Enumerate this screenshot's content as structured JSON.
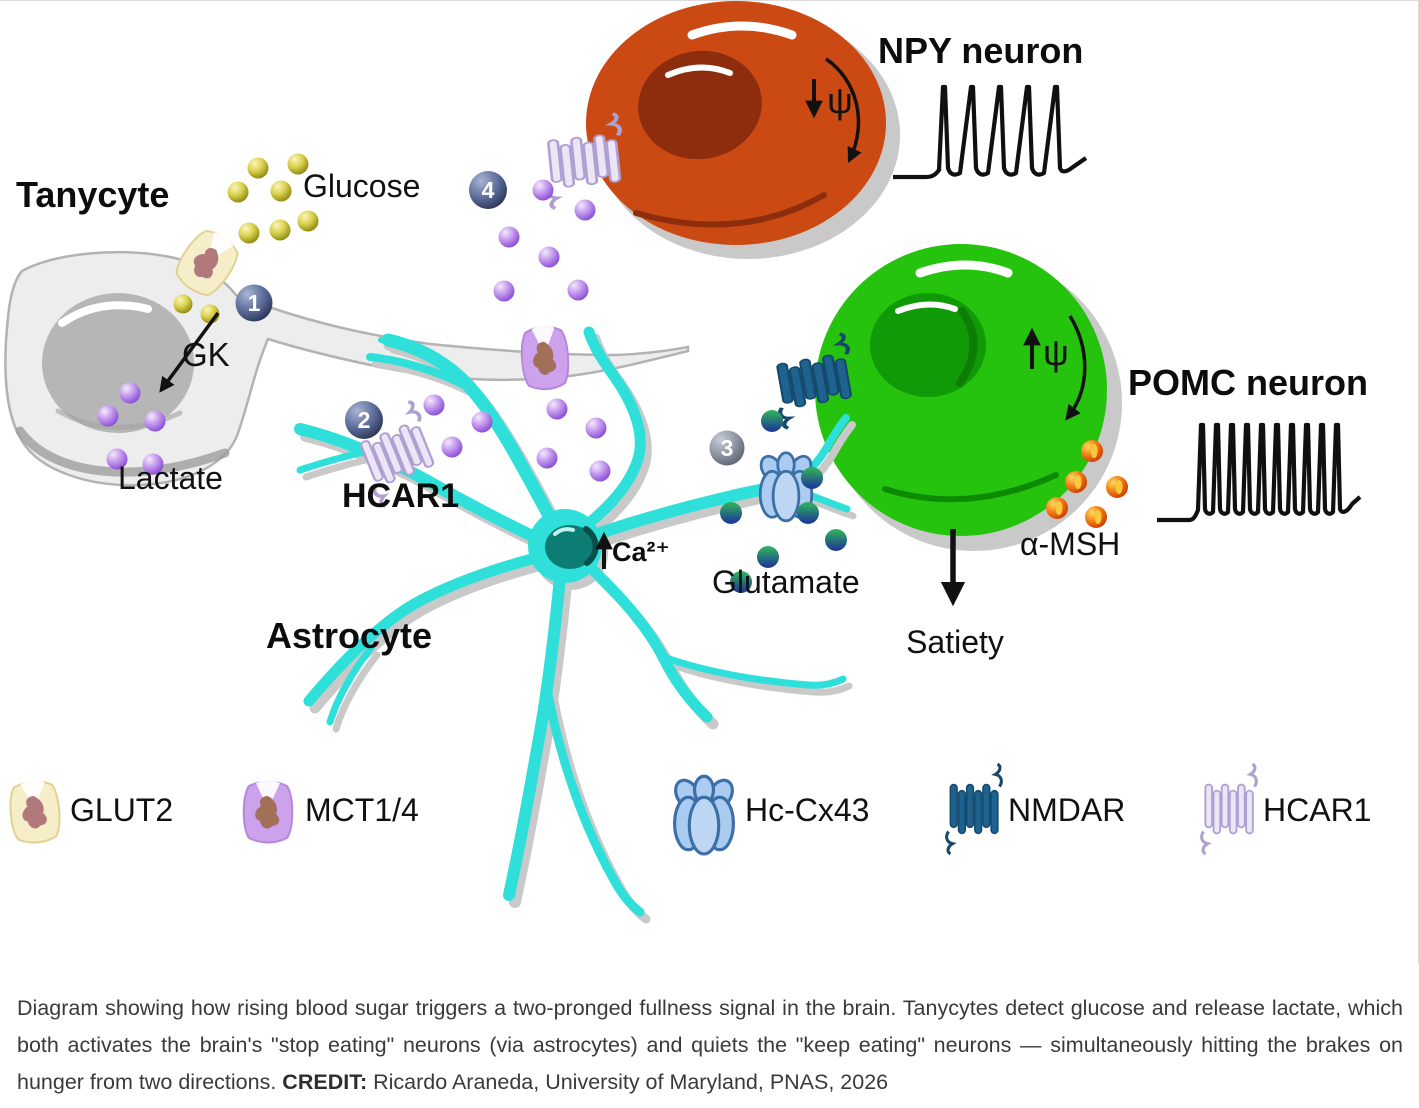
{
  "figure": {
    "cells": {
      "tanycyte_label": "Tanycyte",
      "astrocyte_label": "Astrocyte",
      "npy_label": "NPY neuron",
      "pomc_label": "POMC neuron"
    },
    "molecules": {
      "glucose_label": "Glucose",
      "gk_label": "GK",
      "lactate_label": "Lactate",
      "hcar1_site_label": "HCAR1",
      "glutamate_label": "Glutamate",
      "amsh_label": "α-MSH",
      "satiety_label": "Satiety",
      "ca_label": "Ca²⁺",
      "psi_down": "ψ",
      "psi_up": "ψ"
    },
    "steps": {
      "one": "1",
      "two": "2",
      "three": "3",
      "four": "4"
    },
    "legend": {
      "items": [
        {
          "icon": "glut2-transporter-icon",
          "label": "GLUT2"
        },
        {
          "icon": "mct14-transporter-icon",
          "label": "MCT1/4"
        },
        {
          "icon": "hemichannel-icon",
          "label": "Hc-Cx43"
        },
        {
          "icon": "nmdar-receptor-icon",
          "label": "NMDAR"
        },
        {
          "icon": "hcar1-receptor-icon",
          "label": "HCAR1"
        }
      ]
    },
    "colors": {
      "npy_body": "#cb4a13",
      "npy_nucleus": "#8e2d0e",
      "pomc_body": "#25c30d",
      "pomc_nucleus": "#119a08",
      "astrocyte": "#2fe0da",
      "tanycyte": "#ededed",
      "lactate": "#a86ce4",
      "glucose": "#cdc53e",
      "glutamate": "#2a7f7a",
      "amsh": "#e85c0c",
      "hcar1": "#cfc0e8",
      "nmdar": "#1e6390",
      "hc_cx43": "#abcbf0"
    }
  },
  "caption": {
    "text": "Diagram showing how rising blood sugar triggers a two-pronged fullness signal in the brain. Tanycytes detect glucose and release lactate, which both activates the brain's \"stop eating\" neurons (via astrocytes) and quiets the \"keep eating\" neurons — simultaneously hitting the brakes on hunger from two directions. ",
    "credit_label": "CREDIT:",
    "credit_text": " Ricardo Araneda, University of Maryland, PNAS, 2026"
  }
}
